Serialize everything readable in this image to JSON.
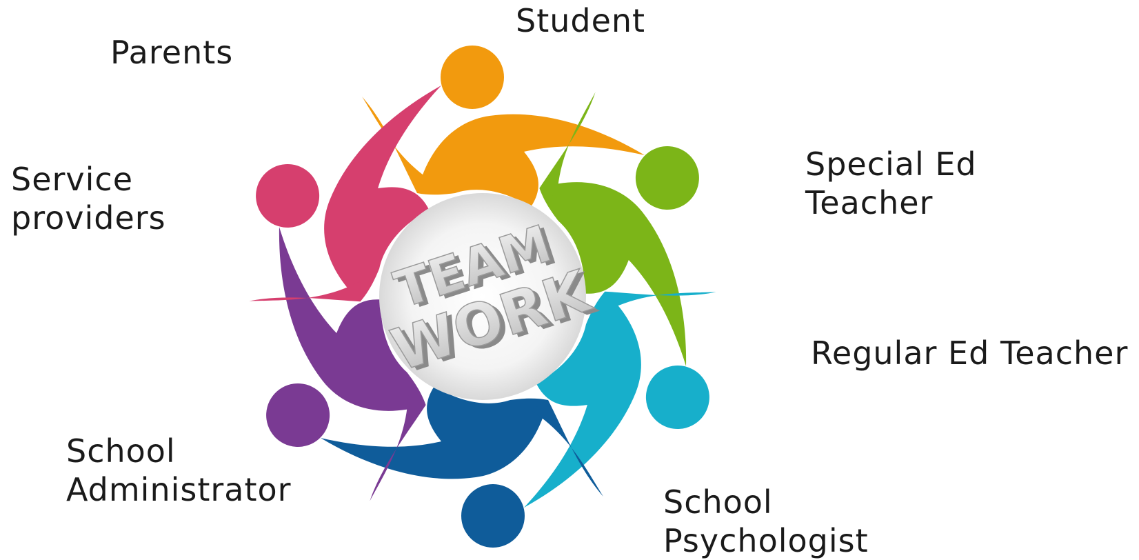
{
  "center_text": {
    "line1": "TEAM",
    "line2": "WORK"
  },
  "members": [
    {
      "id": "student",
      "lines": [
        "Student"
      ],
      "color": "#F29A0E"
    },
    {
      "id": "special",
      "lines": [
        "Special Ed",
        "Teacher"
      ],
      "color": "#7CB518"
    },
    {
      "id": "regular",
      "lines": [
        "Regular Ed Teacher"
      ],
      "color": "#17AFCB"
    },
    {
      "id": "psych",
      "lines": [
        "School",
        "Psychologist"
      ],
      "color": "#0F5C9A"
    },
    {
      "id": "admin",
      "lines": [
        "School",
        "Administrator"
      ],
      "color": "#7A3A93"
    },
    {
      "id": "service",
      "lines": [
        "Service",
        "providers"
      ],
      "color": "#D63F6E"
    },
    {
      "id": "parents",
      "lines": [
        "Parents"
      ],
      "color": "#D63F6E"
    }
  ]
}
